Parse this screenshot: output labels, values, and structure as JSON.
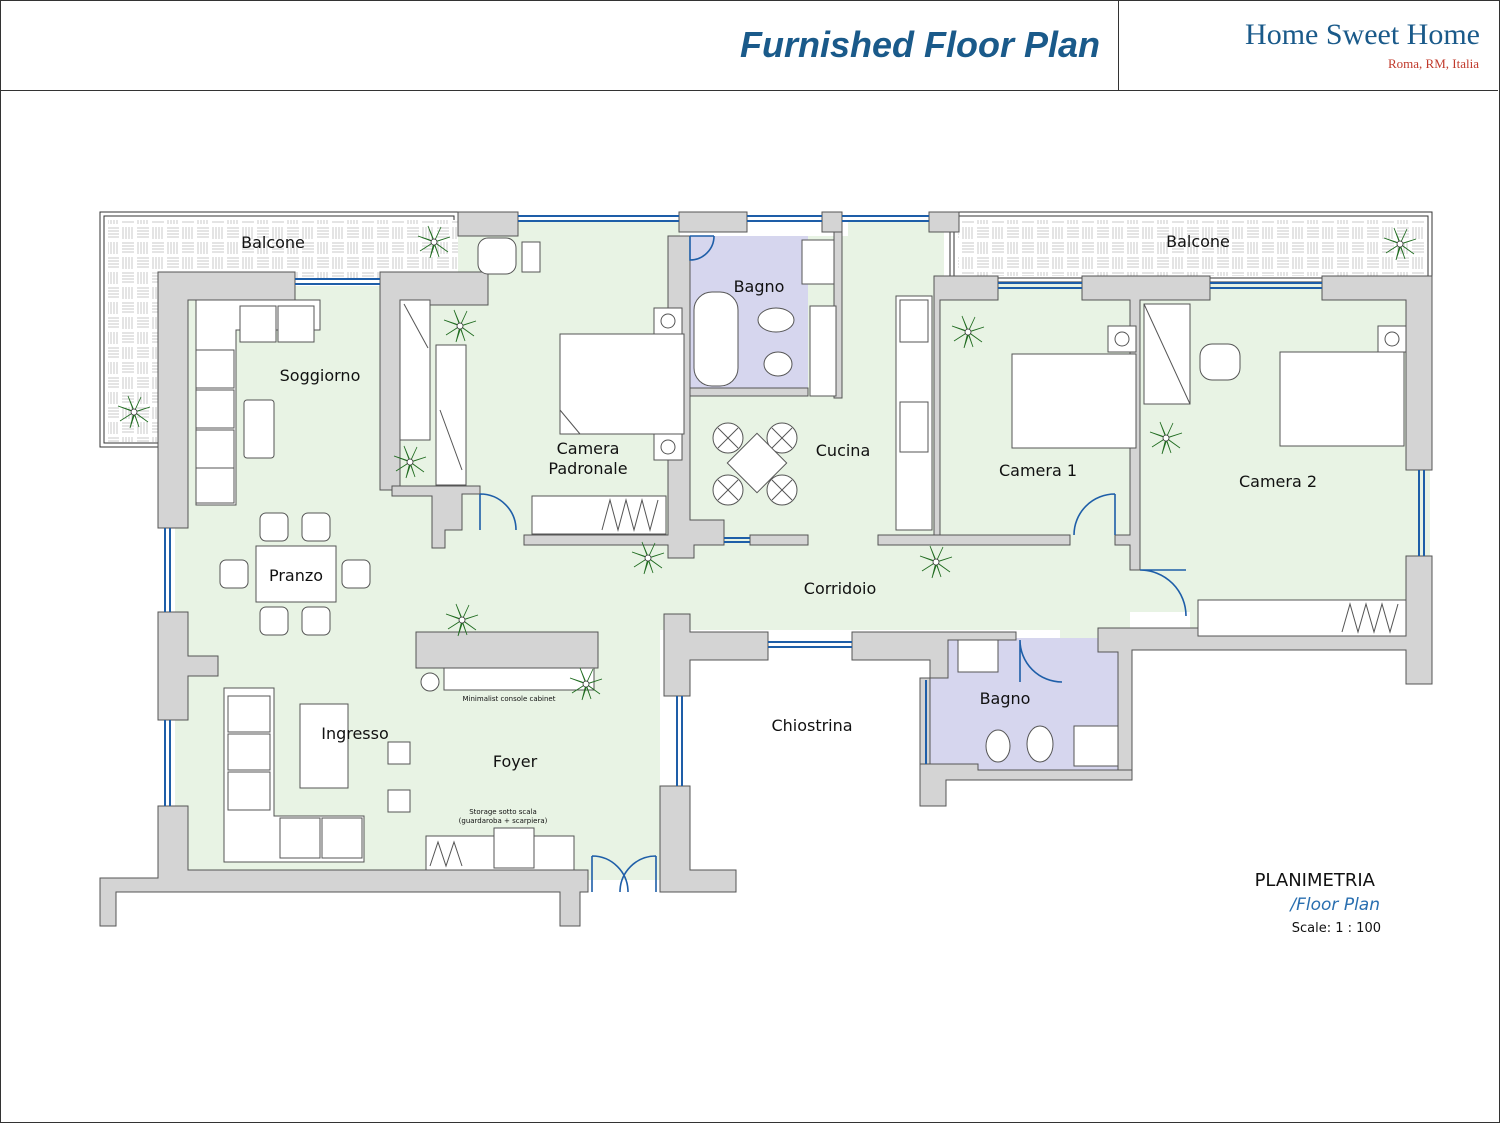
{
  "header": {
    "title": "Furnished Floor Plan",
    "brand_name": "Home Sweet Home",
    "brand_location": "Roma, RM, Italia"
  },
  "rooms": {
    "balcone_left": "Balcone",
    "balcone_right": "Balcone",
    "soggiorno": "Soggiorno",
    "pranzo": "Pranzo",
    "ingresso": "Ingresso",
    "foyer": "Foyer",
    "camera_padronale_1": "Camera",
    "camera_padronale_2": "Padronale",
    "bagno_top": "Bagno",
    "cucina": "Cucina",
    "camera_1": "Camera 1",
    "camera_2": "Camera 2",
    "corridoio": "Corridoio",
    "chiostrina": "Chiostrina",
    "bagno_bottom": "Bagno"
  },
  "notes": {
    "console": "Minimalist console cabinet",
    "storage_1": "Storage sotto scala",
    "storage_2": "(guardaroba + scarpiera)"
  },
  "legend": {
    "title": "PLANIMETRIA",
    "subtitle": "/Floor Plan",
    "scale": "Scale: 1 : 100"
  },
  "colors": {
    "floor": "#e8f3e4",
    "bath": "#d6d6ee",
    "wall": "#d4d4d4",
    "window": "#1e5ea8",
    "plant": "#2e9a2e",
    "title": "#1a5a8a"
  }
}
